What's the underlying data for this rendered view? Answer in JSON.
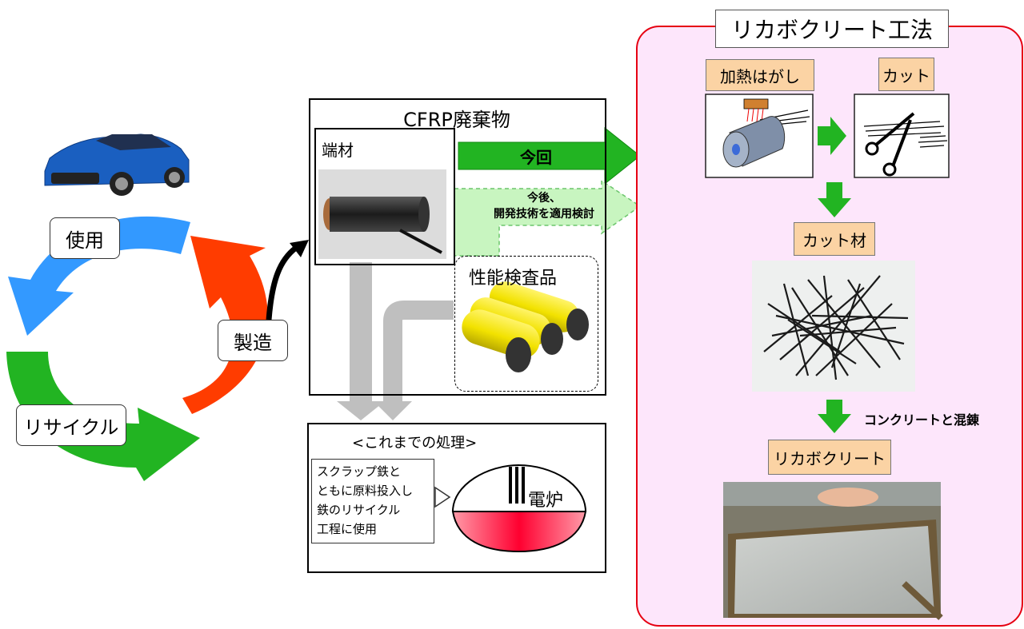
{
  "cycle": {
    "use_label": "使用",
    "manufacture_label": "製造",
    "recycle_label": "リサイクル"
  },
  "cfrp": {
    "title": "CFRP廃棄物",
    "offcut_label": "端材",
    "tested_label": "性能検査品",
    "arrow_now": "今回",
    "arrow_future_line1": "今後、",
    "arrow_future_line2": "開発技術を適用検討"
  },
  "disposal": {
    "title": "<これまでの処理>",
    "note_lines": [
      "スクラップ鉄と",
      "ともに原料投入し",
      "鉄のリサイクル",
      "工程に使用"
    ],
    "furnace_label": "電炉"
  },
  "method": {
    "title": "リカボクリート工法",
    "step_heat_peel": "加熱はがし",
    "step_cut": "カット",
    "cut_material": "カット材",
    "mix_label": "コンクリートと混錬",
    "result": "リカボクリート"
  },
  "colors": {
    "green": "#22b422",
    "red": "#ff3c00",
    "blue": "#3399ff",
    "pink_panel": "#fde6fb",
    "panel_border": "#e60012",
    "peach": "#fbd3a4"
  }
}
